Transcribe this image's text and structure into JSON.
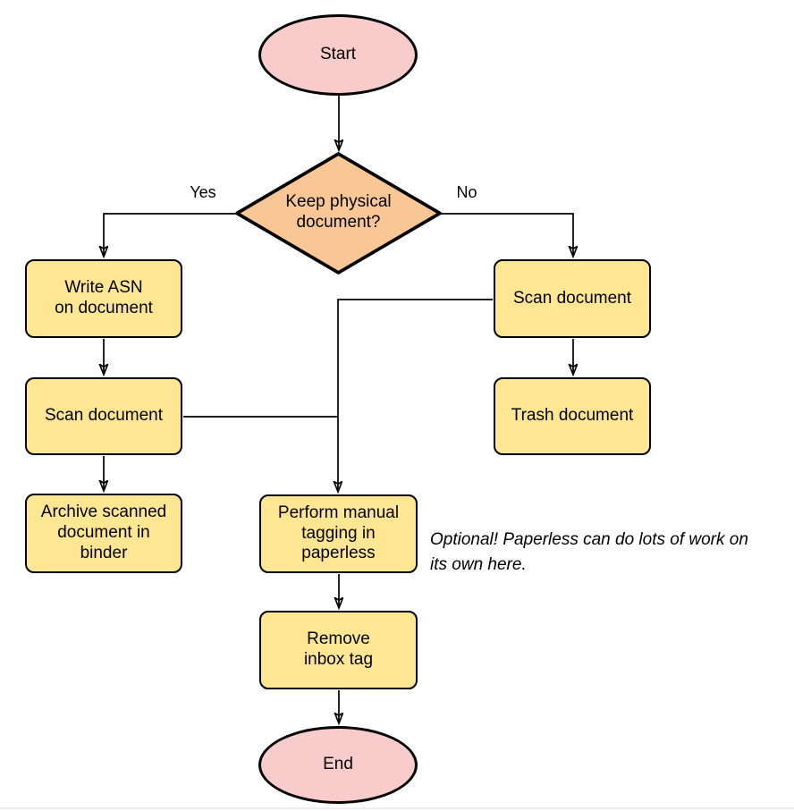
{
  "colors": {
    "terminal_fill": "#F8CCCB",
    "process_fill": "#FFE693",
    "decision_fill": "#F9C795",
    "stroke": "#000000",
    "text": "#000000"
  },
  "nodes": {
    "start": {
      "label": "Start",
      "type": "terminal"
    },
    "decision_keep_physical": {
      "label": "Keep physical\ndocument?",
      "type": "decision"
    },
    "write_asn": {
      "label": "Write ASN\non document",
      "type": "process"
    },
    "scan_document_left": {
      "label": "Scan document",
      "type": "process"
    },
    "archive_in_binder": {
      "label": "Archive scanned\ndocument in\nbinder",
      "type": "process"
    },
    "scan_document_right": {
      "label": "Scan document",
      "type": "process"
    },
    "trash_document": {
      "label": "Trash document",
      "type": "process"
    },
    "manual_tagging": {
      "label": "Perform manual\ntagging in\npaperless",
      "type": "process"
    },
    "remove_inbox_tag": {
      "label": "Remove\ninbox tag",
      "type": "process"
    },
    "end": {
      "label": "End",
      "type": "terminal"
    }
  },
  "edge_labels": {
    "yes": "Yes",
    "no": "No"
  },
  "note": "Optional! Paperless can do lots of work on\nits own here."
}
